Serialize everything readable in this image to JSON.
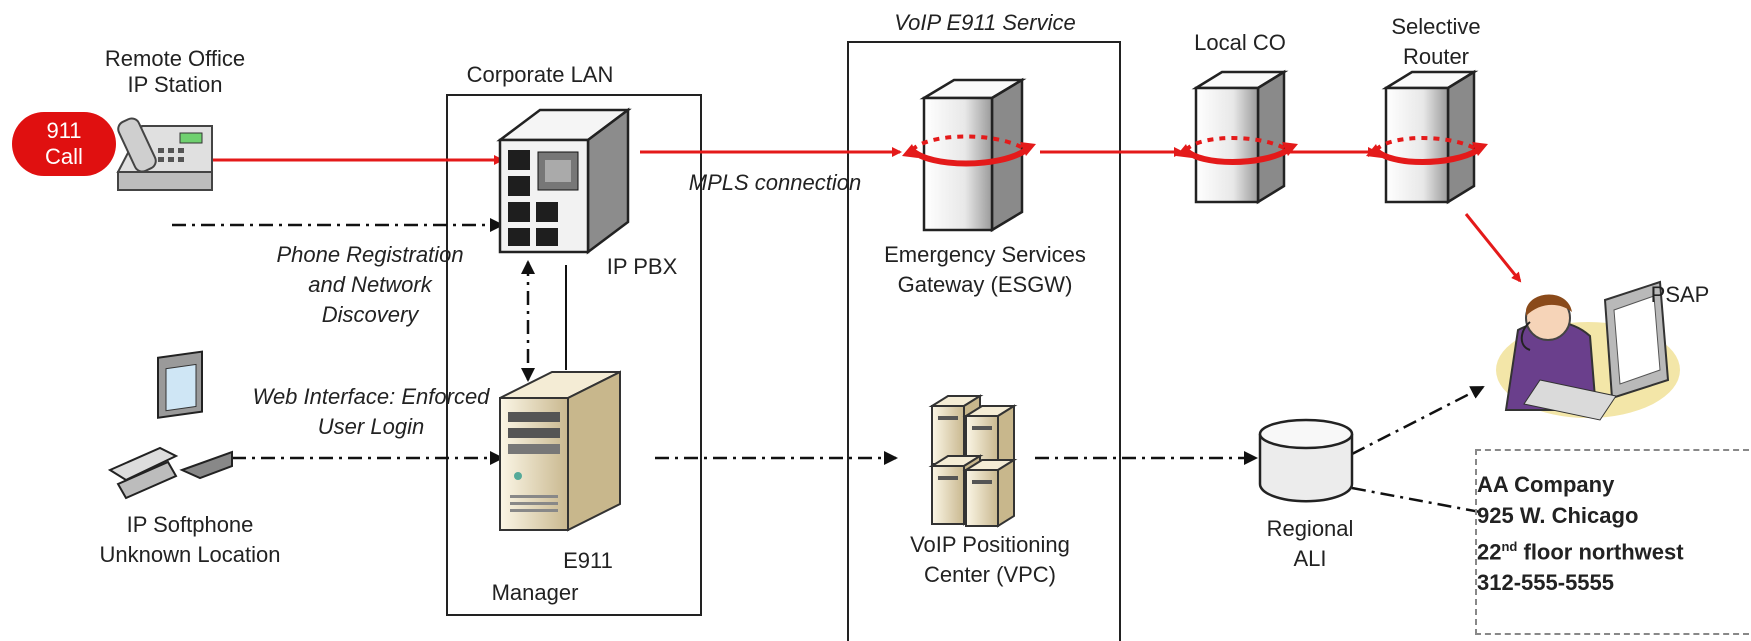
{
  "badge": {
    "line1": "911",
    "line2": "Call"
  },
  "labels": {
    "remote_office": [
      "Remote Office",
      "IP Station"
    ],
    "corporate_lan": "Corporate LAN",
    "ip_pbx": "IP PBX",
    "phone_registration": [
      "Phone Registration",
      "and Network",
      "Discovery"
    ],
    "web_interface": [
      "Web Interface: Enforced",
      "User Login"
    ],
    "ip_softphone": [
      "IP Softphone",
      "Unknown Location"
    ],
    "e911_manager": [
      "E911",
      "Manager"
    ],
    "mpls": "MPLS connection",
    "voip_e911_service": "VoIP E911 Service",
    "esgw": [
      "Emergency Services",
      "Gateway (ESGW)"
    ],
    "vpc": [
      "VoIP Positioning",
      "Center (VPC)"
    ],
    "local_co": "Local CO",
    "selective_router": [
      "Selective",
      "Router"
    ],
    "psap": "PSAP",
    "regional_ali": [
      "Regional",
      "ALI"
    ]
  },
  "ali_card": {
    "company": "AA Company",
    "street": "925 W. Chicago",
    "floor_num": "22",
    "floor_sup": "nd",
    "floor_rest": " floor northwest",
    "phone": "312-555-5555"
  },
  "colors": {
    "call_path": "#e41a1a",
    "data_path": "#111111",
    "badge": "#e01010",
    "server_body": "#f0f0f0",
    "manager_body": "#e9dfc4"
  },
  "icons": [
    "phone-icon",
    "pbx-icon",
    "tower-server-icon",
    "manager-server-icon",
    "server-cluster-icon",
    "database-icon",
    "softphone-icon",
    "operator-icon"
  ]
}
